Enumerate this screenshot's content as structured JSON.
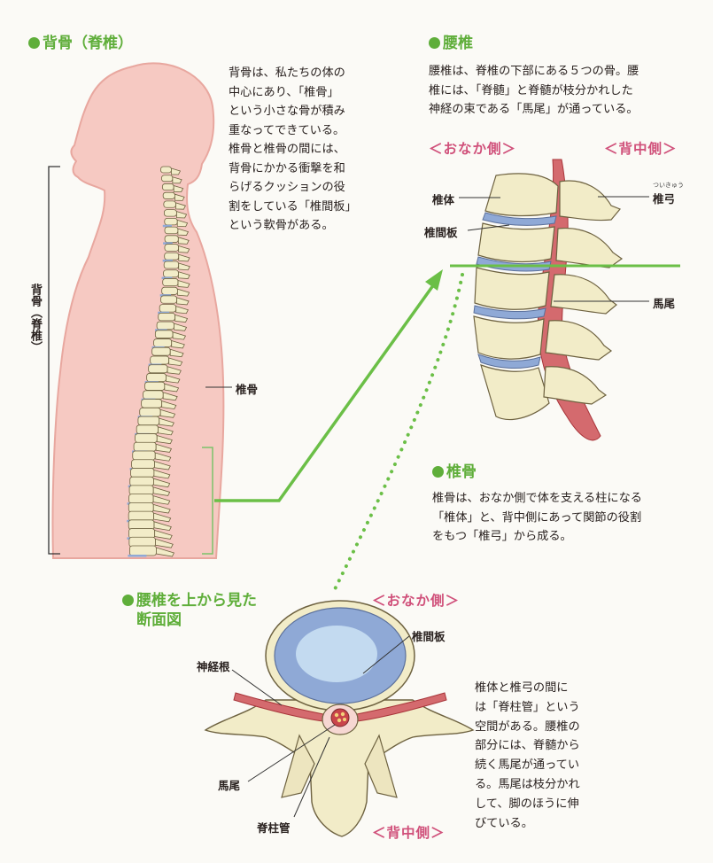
{
  "spine_section": {
    "heading": "背骨（脊椎）",
    "text_lines": [
      "背骨は、私たちの体の",
      "中心にあり、「椎骨」",
      "という小さな骨が積み",
      "重なってできている。",
      "椎骨と椎骨の間には、",
      "背骨にかかる衝撃を和",
      "らげるクッションの役",
      "割をしている「椎間板」",
      "という軟骨がある。"
    ],
    "bracket_label": "背骨（脊椎）",
    "vertebra_label": "椎骨"
  },
  "lumbar_section": {
    "heading": "腰椎",
    "text_lines": [
      "腰椎は、脊椎の下部にある５つの骨。腰",
      "椎には、「脊髄」と脊髄が枝分かれした",
      "神経の束である「馬尾」が通っている。"
    ],
    "front_side": "＜おなか側＞",
    "back_side": "＜背中側＞",
    "labels": {
      "vertebral_body": "椎体",
      "disc": "椎間板",
      "arch": "椎弓",
      "arch_ruby": "ついきゅう",
      "cauda": "馬尾"
    }
  },
  "vertebra_section": {
    "heading": "椎骨",
    "text_lines": [
      "椎骨は、おなか側で体を支える柱になる",
      "「椎体」と、背中側にあって関節の役割",
      "をもつ「椎弓」から成る。"
    ]
  },
  "cross_section": {
    "heading_line1": "腰椎を上から見た",
    "heading_line2": "断面図",
    "front_side": "＜おなか側＞",
    "back_side": "＜背中側＞",
    "labels": {
      "disc": "椎間板",
      "nerve_root": "神経根",
      "cauda": "馬尾",
      "canal": "脊柱管"
    },
    "text_lines": [
      "椎体と椎弓の間に",
      "は「脊柱管」という",
      "空間がある。腰椎の",
      "部分には、脊髄から",
      "続く馬尾が通ってい",
      "る。馬尾は枝分かれ",
      "して、脚のほうに伸",
      "びている。"
    ]
  },
  "colors": {
    "accent_green": "#5fae3a",
    "side_pink": "#d0507a",
    "body_pink": "#f6c9c2",
    "bone": "#f2ecc8",
    "disc_blue": "#8fa9d6",
    "nerve_red": "#c9444a"
  }
}
